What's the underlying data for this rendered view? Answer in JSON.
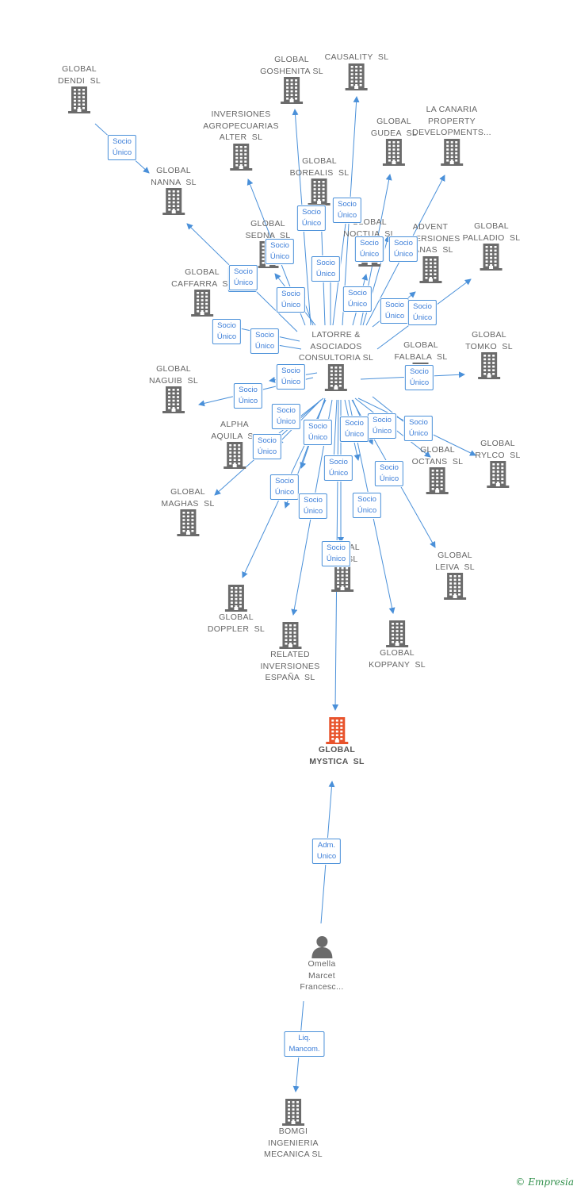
{
  "brand": {
    "copyright": "©",
    "name": "Empresia"
  },
  "colors": {
    "edge": "#4a90d9",
    "building": "#6b6b6b",
    "focus": "#e8532c",
    "person": "#6b6b6b"
  },
  "edge_labels": {
    "socio": "Socio\nÚnico",
    "adm": "Adm.\nUnico",
    "liq": "Liq.\nMancom."
  },
  "nodes": [
    {
      "id": "global-dendi",
      "label": "GLOBAL\nDENDI  SL",
      "icon": "building"
    },
    {
      "id": "global-goshenita",
      "label": "GLOBAL\nGOSHENITA SL",
      "icon": "building"
    },
    {
      "id": "causality",
      "label": "CAUSALITY  SL",
      "icon": "building"
    },
    {
      "id": "inversiones-agropecuarias",
      "label": "INVERSIONES\nAGROPECUARIAS\nALTER  SL",
      "icon": "building"
    },
    {
      "id": "global-gudea",
      "label": "GLOBAL\nGUDEA  SL",
      "icon": "building"
    },
    {
      "id": "la-canaria",
      "label": "LA CANARIA\nPROPERTY\nDEVELOPMENTS...",
      "icon": "building"
    },
    {
      "id": "global-nanna",
      "label": "GLOBAL\nNANNA  SL",
      "icon": "building"
    },
    {
      "id": "global-borealis",
      "label": "GLOBAL\nBOREALIS  SL",
      "icon": "building"
    },
    {
      "id": "global-sedna",
      "label": "GLOBAL\nSEDNA  SL",
      "icon": "building"
    },
    {
      "id": "global-noctua",
      "label": "GLOBAL\nNOCTUA  SL",
      "icon": "building"
    },
    {
      "id": "advent-inversiones",
      "label": "ADVENT\nINVERSIONES\nCANAS  SL",
      "icon": "building"
    },
    {
      "id": "global-palladio",
      "label": "GLOBAL\nPALLADIO  SL",
      "icon": "building"
    },
    {
      "id": "global-caffarra",
      "label": "GLOBAL\nCAFFARRA  SL",
      "icon": "building"
    },
    {
      "id": "latorre",
      "label": "LATORRE &\nASOCIADOS\nCONSULTORIA SL",
      "icon": "building"
    },
    {
      "id": "global-falbala",
      "label": "GLOBAL\nFALBALA  SL",
      "icon": "building"
    },
    {
      "id": "global-tomko",
      "label": "GLOBAL\nTOMKO  SL",
      "icon": "building"
    },
    {
      "id": "global-naguib",
      "label": "GLOBAL\nNAGUIB  SL",
      "icon": "building"
    },
    {
      "id": "alpha-aquila",
      "label": "ALPHA\nAQUILA  SL",
      "icon": "building"
    },
    {
      "id": "global-octans",
      "label": "GLOBAL\nOCTANS  SL",
      "icon": "building"
    },
    {
      "id": "global-rylco",
      "label": "GLOBAL\nRYLCO  SL",
      "icon": "building"
    },
    {
      "id": "global-maghas",
      "label": "GLOBAL\nMAGHAS  SL",
      "icon": "building"
    },
    {
      "id": "global-leiva",
      "label": "GLOBAL\nLEIVA  SL",
      "icon": "building"
    },
    {
      "id": "global-w",
      "label": "GLOBAL\nW...  SL",
      "icon": "building"
    },
    {
      "id": "global-doppler",
      "label": "GLOBAL\nDOPPLER  SL",
      "icon": "building"
    },
    {
      "id": "related-inversiones",
      "label": "RELATED\nINVERSIONES\nESPAÑA  SL",
      "icon": "building"
    },
    {
      "id": "global-koppany",
      "label": "GLOBAL\nKOPPANY  SL",
      "icon": "building"
    },
    {
      "id": "global-mystica",
      "label": "GLOBAL\nMYSTICA  SL",
      "icon": "focus"
    },
    {
      "id": "omella-marcet",
      "label": "Omella\nMarcet\nFrancesc...",
      "icon": "person"
    },
    {
      "id": "bomgi",
      "label": "BOMGI\nINGENIERIA\nMECANICA SL",
      "icon": "building"
    }
  ]
}
